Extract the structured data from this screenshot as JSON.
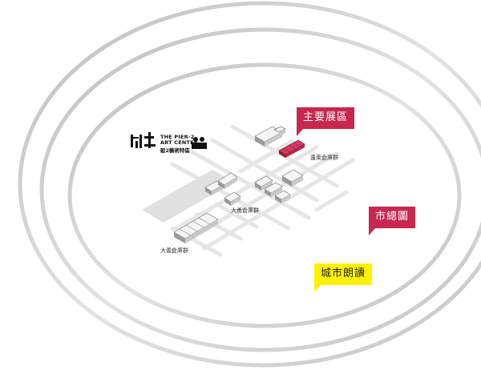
{
  "callouts": {
    "main_exhibition": "主要展區",
    "city_map": "市總圖",
    "city_reading": "城市朗讀"
  },
  "logo": {
    "line1": "THE PIER-2",
    "line2": "ART CENTER",
    "zh": "駁2藝術特區"
  },
  "warehouse_labels": {
    "penglai": "蓬萊倉庫群",
    "dayong": "大勇倉庫群",
    "dayi": "大義倉庫群"
  },
  "colors": {
    "accent_red": "#c8274e",
    "accent_yellow": "#fff200",
    "ring_gray": "#cfcfcf",
    "road_gray": "#e4e4e4"
  }
}
